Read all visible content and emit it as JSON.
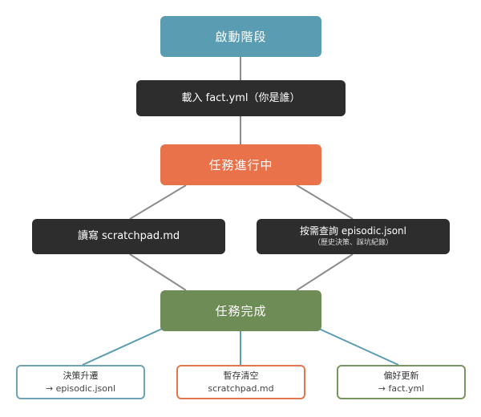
{
  "colors": {
    "start_fill": "#5a9cb1",
    "progress_fill": "#ea724a",
    "done_fill": "#6e8c55",
    "action_fill": "#2d2d2d",
    "connector_gray": "#8c8c8c",
    "connector_teal": "#5a9cb1"
  },
  "nodes": {
    "start": {
      "label": "啟動階段"
    },
    "load_fact": {
      "label": "載入 fact.yml（你是誰）"
    },
    "in_progress": {
      "label": "任務進行中"
    },
    "read_scratchpad": {
      "label": "讀寫 scratchpad.md"
    },
    "query_episodic": {
      "label": "按需查詢 episodic.jsonl",
      "sub": "（歷史決策、踩坑紀錄）"
    },
    "done": {
      "label": "任務完成"
    },
    "promote_decision": {
      "label": "決策升遷",
      "sub": "→ episodic.jsonl"
    },
    "clear_temp": {
      "label": "暫存清空",
      "sub": "scratchpad.md"
    },
    "update_preference": {
      "label": "偏好更新",
      "sub": "→ fact.yml"
    }
  }
}
